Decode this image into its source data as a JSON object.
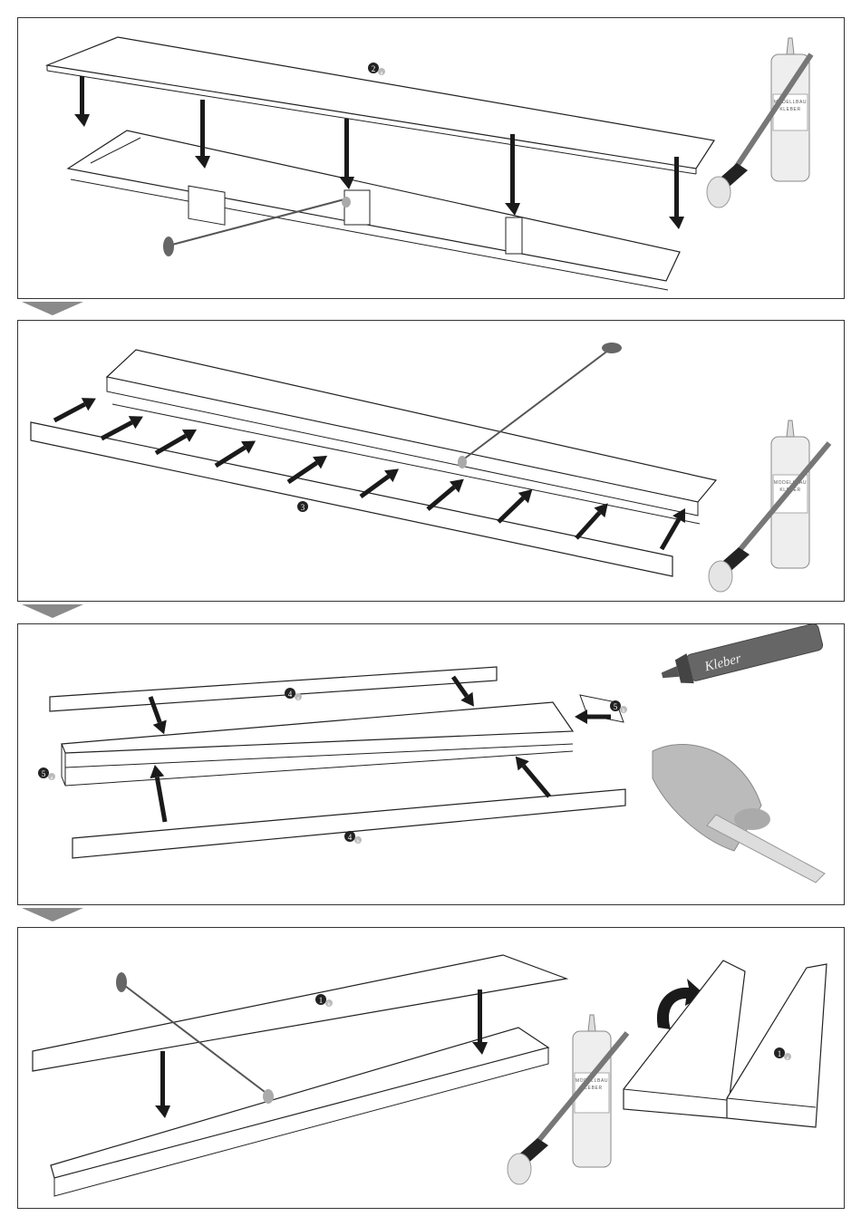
{
  "steps": [
    {
      "id": "step-2",
      "labels": [
        {
          "num": "2",
          "sub": "a"
        }
      ]
    },
    {
      "id": "step-3",
      "labels": [
        {
          "num": "3",
          "sub": ""
        }
      ]
    },
    {
      "id": "step-4-5",
      "labels": [
        {
          "num": "4",
          "sub": "a"
        },
        {
          "num": "4",
          "sub": "b"
        },
        {
          "num": "5",
          "sub": "a"
        },
        {
          "num": "5",
          "sub": "b"
        }
      ]
    },
    {
      "id": "step-1",
      "labels": [
        {
          "num": "1",
          "sub": "b"
        },
        {
          "num": "1",
          "sub": "a"
        }
      ]
    }
  ],
  "glue_bottle": {
    "line1": "MODELLBAU",
    "line2": "KLEBER"
  },
  "glue_tube": {
    "brand": "Kleber"
  },
  "colors": {
    "line": "#222222",
    "arrow": "#1a1a1a",
    "divider": "#8a8a8a"
  }
}
